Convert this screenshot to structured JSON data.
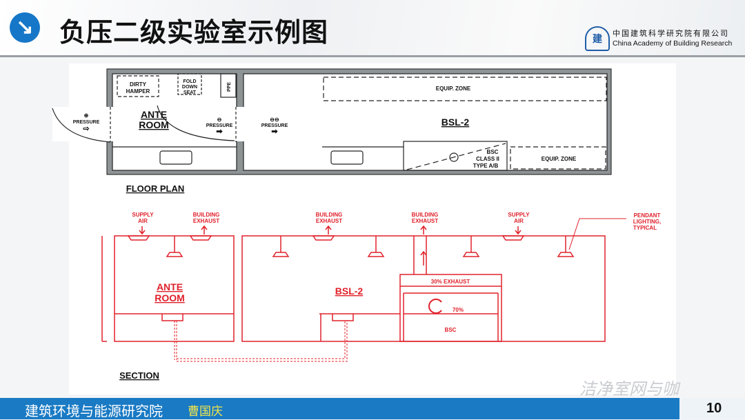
{
  "header": {
    "badge_icon": "arrow-down-right-icon",
    "badge_glyph": "↘",
    "title": "负压二级实验室示例图",
    "logo_mark": "建",
    "logo_cn": "中国建筑科学研究院有限公司",
    "logo_en": "China Academy of Building Research"
  },
  "floor_plan": {
    "caption": "FLOOR PLAN",
    "dirty_hamper": [
      "DIRTY",
      "HAMPER"
    ],
    "fold_down_seat": [
      "FOLD",
      "DOWN",
      "SEAT"
    ],
    "ppe": "PPE",
    "ante_room": [
      "ANTE",
      "ROOM"
    ],
    "pressure_labels": [
      "PRESSURE",
      "PRESSURE",
      "PRESSURE"
    ],
    "pressure_signs": [
      "⊕",
      "⊖",
      "⊖⊖"
    ],
    "bsl2": "BSL-2",
    "equip_zone_top": "EQUIP. ZONE",
    "equip_zone_bottom": "EQUIP. ZONE",
    "bsc": [
      "BSC",
      "CLASS II",
      "TYPE A/B"
    ]
  },
  "section": {
    "caption": "SECTION",
    "supply_air_1": [
      "SUPPLY",
      "AIR"
    ],
    "building_exhaust_1": [
      "BUILDING",
      "EXHAUST"
    ],
    "building_exhaust_2": [
      "BUILDING",
      "EXHAUST"
    ],
    "building_exhaust_3": [
      "BUILDING",
      "EXHAUST"
    ],
    "supply_air_2": [
      "SUPPLY",
      "AIR"
    ],
    "pendant": [
      "PENDANT",
      "LIGHTING,",
      "TYPICAL"
    ],
    "ante_room": [
      "ANTE",
      "ROOM"
    ],
    "bsl2": "BSL-2",
    "exhaust_30": "30% EXHAUST",
    "recirc_70": "70%",
    "bsc": "BSC"
  },
  "footer": {
    "institute": "建筑环境与能源研究院",
    "author": "曹国庆",
    "page": "10",
    "watermark": "洁净室网与咖"
  },
  "colors": {
    "accent": "#1a7ac4",
    "section_red": "#e0202a",
    "wall_gray": "#8e9396"
  }
}
